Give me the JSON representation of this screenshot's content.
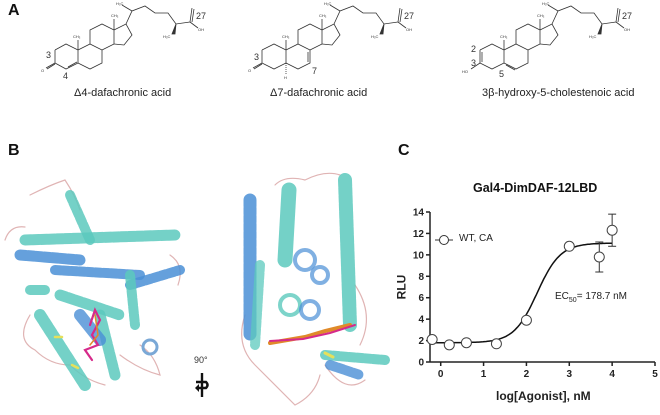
{
  "panels": {
    "A": {
      "label": "A",
      "molecules": [
        {
          "name": "Δ4-dafachronic acid",
          "atom_labels": [
            "3",
            "4",
            "27"
          ]
        },
        {
          "name": "Δ7-dafachronic acid",
          "atom_labels": [
            "3",
            "7",
            "27"
          ]
        },
        {
          "name": "3β-hydroxy-5-cholestenoic acid",
          "atom_labels": [
            "2",
            "3",
            "5",
            "27"
          ]
        }
      ],
      "group_labels": {
        "methyl": "CH₃",
        "h3c": "H₃C",
        "oh": "OH",
        "ho": "HO",
        "o": "O",
        "h": "H"
      }
    },
    "B": {
      "label": "B",
      "rotation_label": "90°",
      "colors": {
        "helix_teal": "#5cc9bd",
        "helix_blue": "#4a8fd6",
        "loop": "#e0b4b4",
        "ligand_magenta": "#d62a8a",
        "ligand_orange": "#e08a2a",
        "strand_yellow": "#e6e05a"
      }
    },
    "C": {
      "label": "C",
      "ec50_prefix": "EC",
      "ec50_sub": "50",
      "ec50_value": "= 178.7 nM",
      "legend": "WT, CA"
    }
  },
  "chart_data": {
    "type": "scatter",
    "title": "Gal4-DimDAF-12LBD",
    "xlabel": "log[Agonist], nM",
    "ylabel": "RLU",
    "xlim": [
      -0.25,
      5
    ],
    "ylim": [
      0,
      14
    ],
    "xticks": [
      "0",
      "1",
      "2",
      "3",
      "4",
      "5"
    ],
    "yticks": [
      "0",
      "2",
      "4",
      "6",
      "8",
      "10",
      "12",
      "14"
    ],
    "grid": false,
    "legend_position": "upper left",
    "series": [
      {
        "name": "WT, CA",
        "marker": "open-circle",
        "points": [
          {
            "x": -0.2,
            "y": 2.1
          },
          {
            "x": 0.2,
            "y": 1.6
          },
          {
            "x": 0.6,
            "y": 1.8
          },
          {
            "x": 1.3,
            "y": 1.7
          },
          {
            "x": 2.0,
            "y": 3.9
          },
          {
            "x": 3.0,
            "y": 10.8
          },
          {
            "x": 3.7,
            "y": 9.8,
            "err": 1.4
          },
          {
            "x": 4.0,
            "y": 12.3,
            "err": 1.5
          }
        ],
        "fit": {
          "type": "sigmoid",
          "bottom": 1.8,
          "top": 11.1,
          "logEC50": 2.25,
          "hill": 1.6,
          "x_range": [
            -0.25,
            4.0
          ]
        }
      }
    ],
    "annotations": [
      "EC50= 178.7 nM"
    ]
  }
}
